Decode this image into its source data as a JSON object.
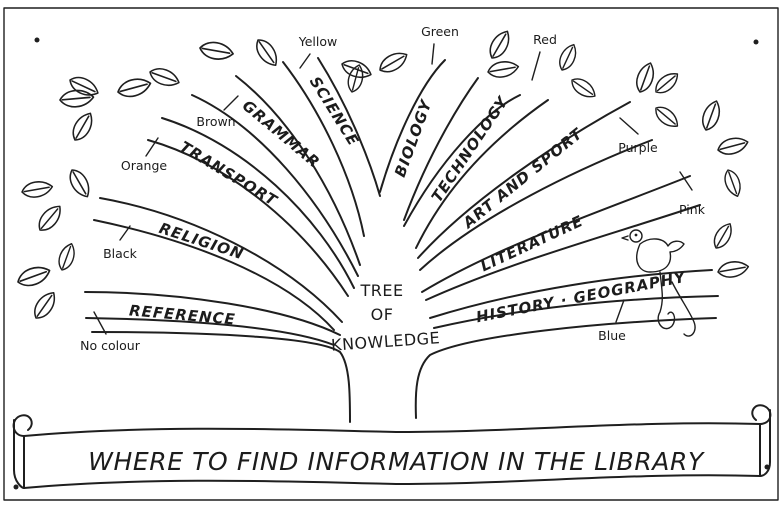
{
  "trunk": {
    "line1": "TREE",
    "line2": "OF",
    "line3": "KNOWLEDGE"
  },
  "branches": {
    "reference": "REFERENCE",
    "religion": "RELIGION",
    "transport": "TRANSPORT",
    "grammar": "GRAMMAR",
    "science": "SCIENCE",
    "biology": "BIOLOGY",
    "technology": "TECHNOLOGY",
    "art_sport": "ART AND SPORT",
    "literature": "LITERATURE",
    "history_geography": "HISTORY · GEOGRAPHY"
  },
  "colours": {
    "reference": "No colour",
    "religion": "Black",
    "transport": "Orange",
    "grammar": "Brown",
    "science": "Yellow",
    "biology": "Green",
    "technology": "Red",
    "art_sport": "Purple",
    "literature": "Pink",
    "history_geography": "Blue"
  },
  "banner": {
    "text": "WHERE TO FIND INFORMATION IN THE LIBRARY"
  }
}
